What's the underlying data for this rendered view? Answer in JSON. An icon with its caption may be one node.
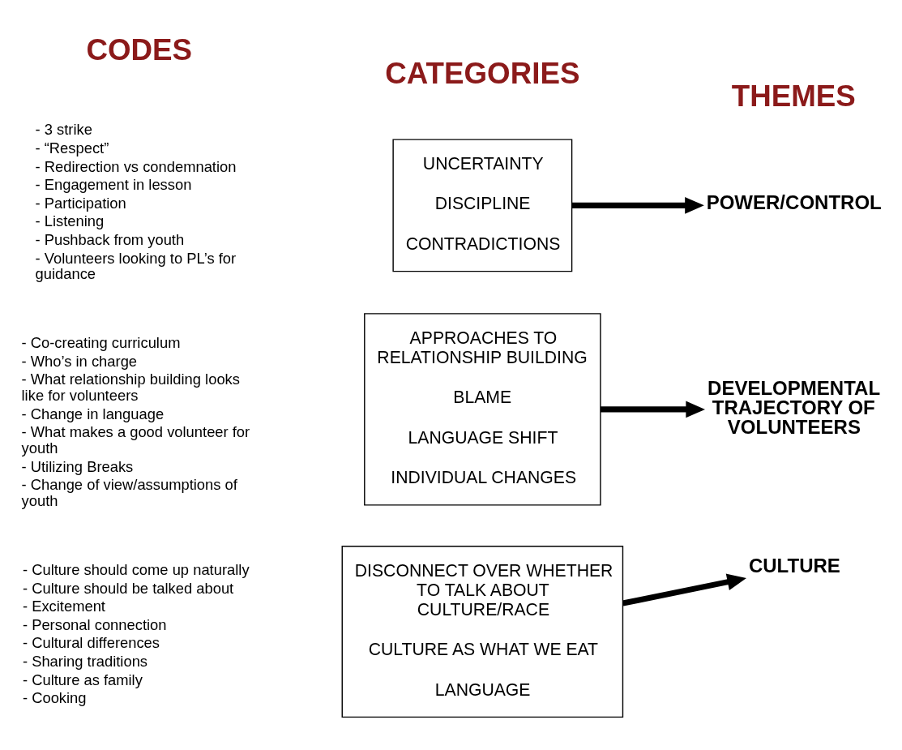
{
  "diagram": {
    "nodes": [
      {
        "text": [
          "UNCERTAINTY",
          "DISCIPLINE",
          "CONTRADICTIONS"
        ]
      },
      {
        "text": [
          "POWER/CONTROL"
        ]
      },
      {
        "text": [
          "APPROACHES TO RELATIONSHIP BUILDING",
          "BLAME",
          "LANGUAGE SHIFT",
          "INDIVIDUAL CHANGES"
        ]
      },
      {
        "text": [
          "DEVELOPMENTAL TRAJECTORY OF VOLUNTEERS"
        ]
      },
      {
        "text": [
          "DISCONNECT OVER WHETHER TO TALK ABOUT CULTURE/RACE",
          "CULTURE AS WHAT WE EAT",
          "LANGUAGE"
        ]
      },
      {
        "text": [
          "CULTURE"
        ]
      }
    ],
    "edges": [
      {
        "from": 0,
        "to": 1,
        "arrow": "to"
      },
      {
        "from": 2,
        "to": 3,
        "arrow": "to"
      },
      {
        "from": 4,
        "to": 5,
        "arrow": "to"
      }
    ],
    "labels": [
      "CODES",
      "CATEGORIES",
      "THEMES",
      "- 3 strike",
      "- “Respect”",
      "- Redirection vs condemnation",
      "- Engagement in lesson",
      "- Participation",
      "- Listening",
      "- Pushback from youth",
      "- Volunteers looking to PL’s for guidance",
      "- Co-creating curriculum",
      "- Who’s in charge",
      "- What relationship building looks like for volunteers",
      "- Change in language",
      "- What makes a good volunteer for youth",
      "- Utilizing Breaks",
      "- Change of view/assumptions of youth",
      "- Culture should come up naturally",
      "- Culture should be talked about",
      "- Excitement",
      "- Personal connection",
      "- Cultural differences",
      "- Sharing traditions",
      "- Culture as family",
      "- Cooking"
    ]
  }
}
